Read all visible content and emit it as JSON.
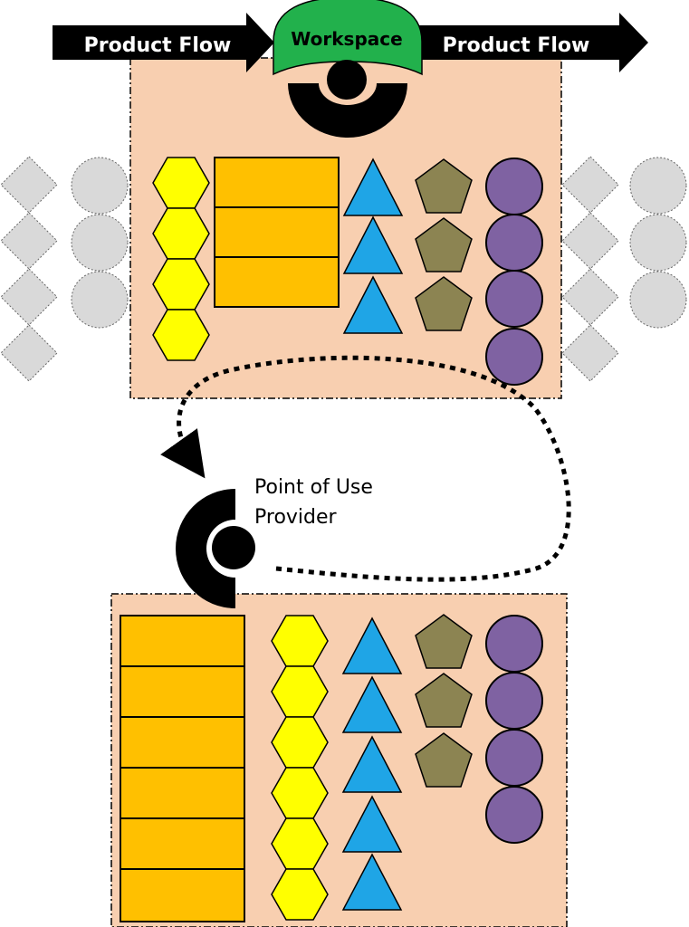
{
  "labels": {
    "flow_left": "Product Flow",
    "flow_right": "Product Flow",
    "workspace": "Workspace",
    "provider_line1": "Point of Use",
    "provider_line2": "Provider"
  },
  "colors": {
    "area_fill": "#f8cfb0",
    "workspace_green": "#22b14c",
    "hexagon": "#ffff00",
    "rectangle": "#ffc000",
    "triangle": "#1fa5e6",
    "pentagon": "#8c8452",
    "circle": "#7f62a2",
    "ghost": "#d9d9d9",
    "arrow": "#000000"
  },
  "upper_area": {
    "hexagons": 4,
    "rectangles": 3,
    "triangles": 3,
    "pentagons": 3,
    "circles": 4
  },
  "lower_area": {
    "rectangles": 6,
    "hexagons": 6,
    "triangles": 5,
    "pentagons": 3,
    "circles": 4
  },
  "ghost_left": {
    "diamonds": 4,
    "circles": 3
  },
  "ghost_right": {
    "diamonds": 4,
    "circles": 3
  },
  "icons": [
    "workspace-operator-icon",
    "point-of-use-provider-icon",
    "dashed-loop-arrow-icon"
  ]
}
